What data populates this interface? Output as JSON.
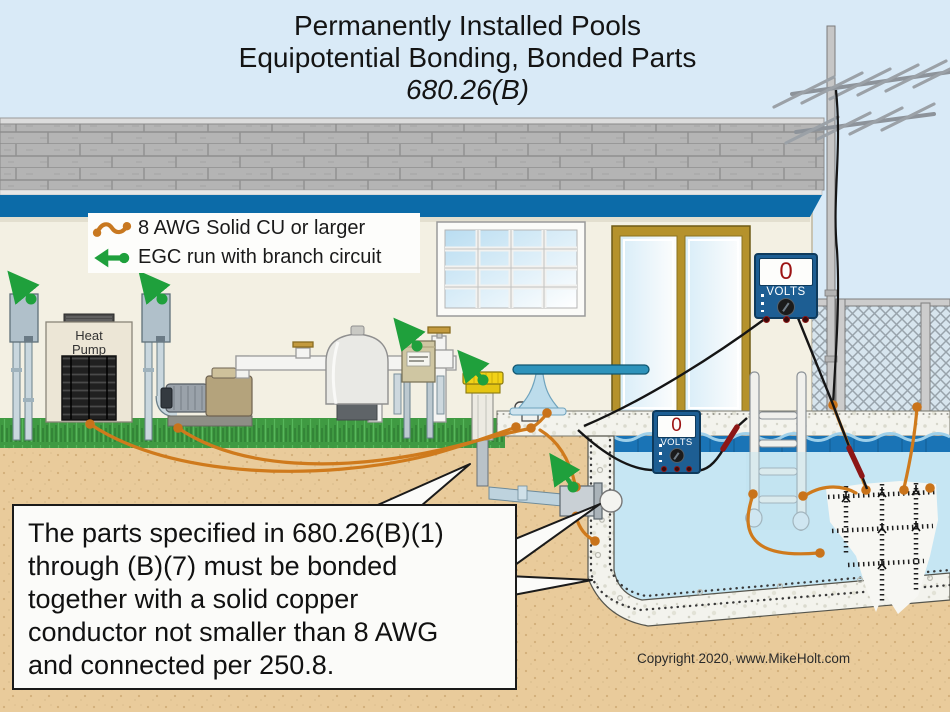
{
  "title": {
    "line1": "Permanently Installed Pools",
    "line2": "Equipotential Bonding, Bonded Parts",
    "line3": "680.26(B)"
  },
  "legend": {
    "items": [
      {
        "icon": "bonding-conductor-icon",
        "label": "8 AWG Solid CU or larger"
      },
      {
        "icon": "egc-arrow-icon",
        "label": "EGC run with branch circuit"
      }
    ]
  },
  "equipment": {
    "heat_pump_label": "Heat Pump"
  },
  "voltmeter": {
    "reading": "0",
    "unit": "VOLTS"
  },
  "callout": {
    "text": "The parts specified in 680.26(B)(1)\nthrough (B)(7) must be bonded\ntogether with a solid copper\nconductor not smaller than 8 AWG\nand connected per 250.8."
  },
  "footer": {
    "copyright": "Copyright 2020, www.MikeHolt.com"
  },
  "colors": {
    "bonding_conductor_orange": "#cf7a1c",
    "egc_green": "#1fa03c",
    "meter_body_blue": "#1d5e93",
    "meter_reading_red": "#9c1313",
    "fascia_blue": "#0c6ba8",
    "waterline_tile_blue": "#1a74b6",
    "pool_water": "#c6e6f3",
    "sand": "#e9cb9b",
    "sky": "#d9eaf7",
    "diving_board_teal": "#2e93bb"
  }
}
